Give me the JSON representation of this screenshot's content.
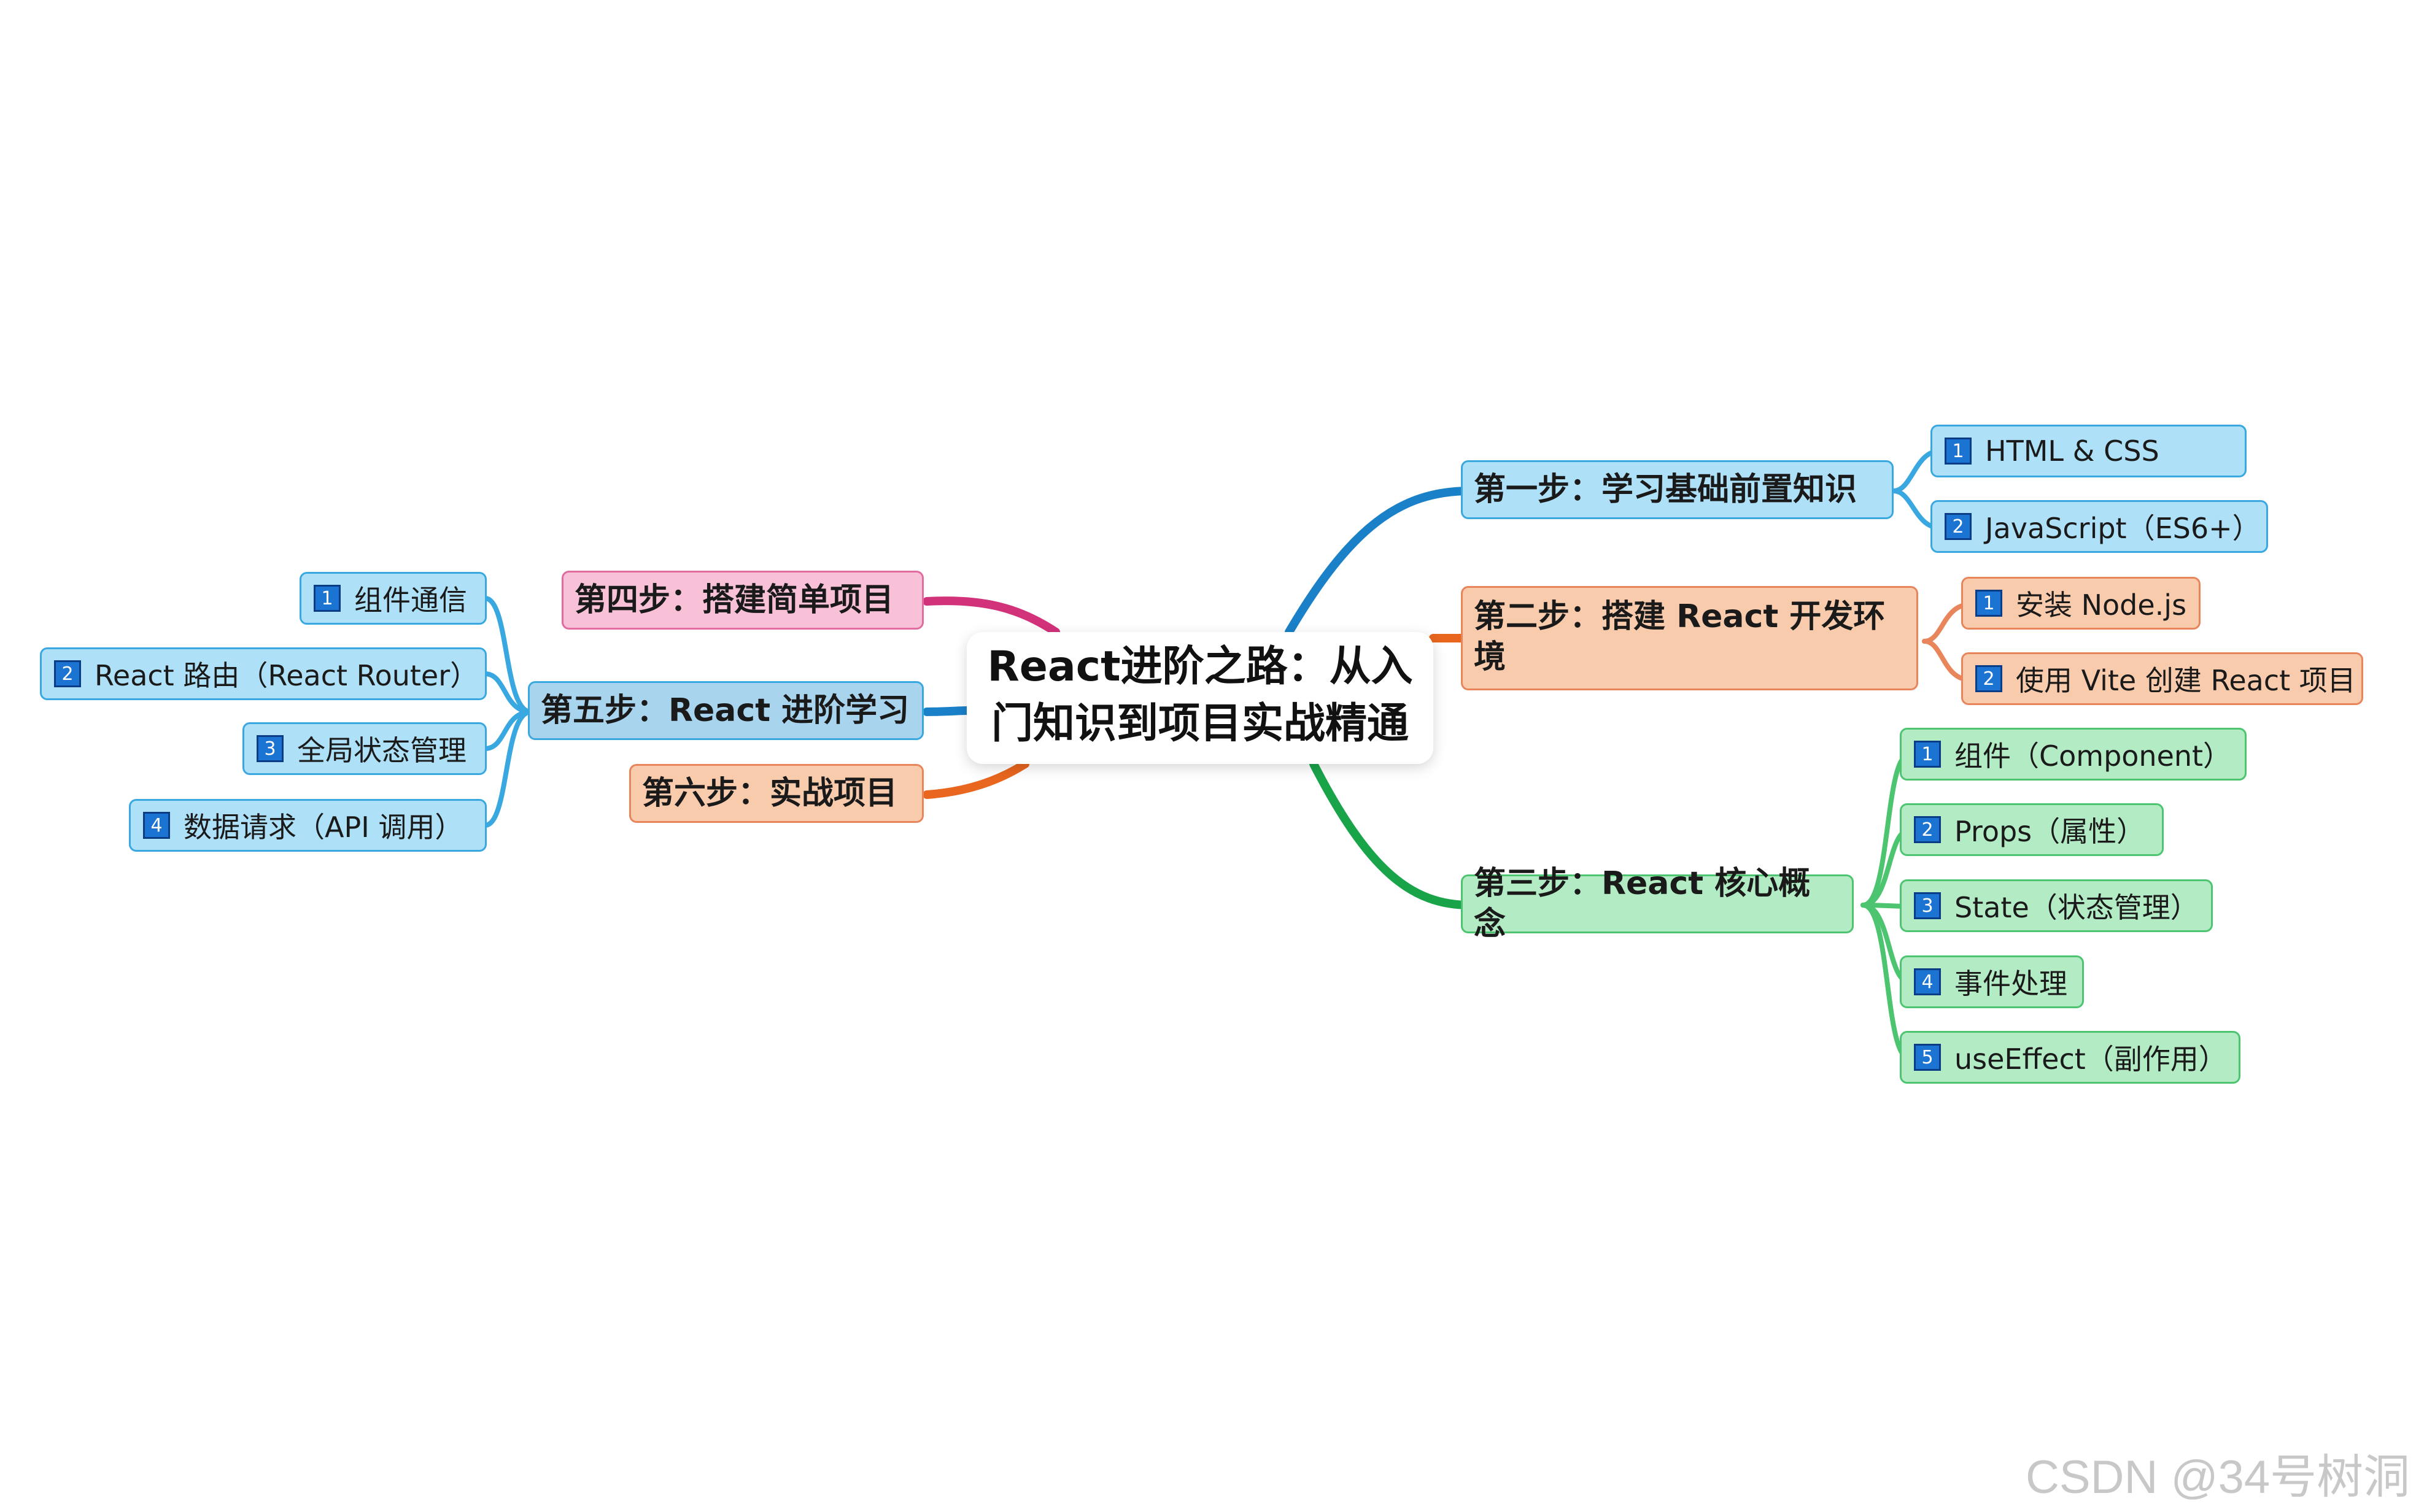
{
  "root": {
    "title": "React进阶之路：从入门知识到项目实战精通"
  },
  "colors": {
    "blue_line": "#1a81c8",
    "blue_fill": "#aee0f7",
    "blue_border": "#3aa8e0",
    "orange_line": "#e8661e",
    "orange_fill": "#f8cbad",
    "orange_border": "#e8855a",
    "green_line": "#1aa44a",
    "green_fill": "#b3ebc4",
    "green_border": "#4cc470",
    "pink_line": "#d2327a",
    "pink_fill": "#f8c1d8",
    "pink_border": "#e26ba0",
    "step5_fill": "#a9d4ee",
    "number_badge": "#1b74d1"
  },
  "steps": [
    {
      "id": "step1",
      "label": "第一步：学习基础前置知识",
      "children": [
        {
          "num": "1",
          "label": "HTML & CSS"
        },
        {
          "num": "2",
          "label": "JavaScript（ES6+）"
        }
      ]
    },
    {
      "id": "step2",
      "label": "第二步：搭建 React 开发环境",
      "children": [
        {
          "num": "1",
          "label": "安装 Node.js"
        },
        {
          "num": "2",
          "label": "使用 Vite 创建 React 项目"
        }
      ]
    },
    {
      "id": "step3",
      "label": "第三步：React 核心概念",
      "children": [
        {
          "num": "1",
          "label": "组件（Component）"
        },
        {
          "num": "2",
          "label": "Props（属性）"
        },
        {
          "num": "3",
          "label": "State（状态管理）"
        },
        {
          "num": "4",
          "label": "事件处理"
        },
        {
          "num": "5",
          "label": "useEffect（副作用）"
        }
      ]
    },
    {
      "id": "step4",
      "label": "第四步：搭建简单项目",
      "children": []
    },
    {
      "id": "step5",
      "label": "第五步：React 进阶学习",
      "children": [
        {
          "num": "1",
          "label": "组件通信"
        },
        {
          "num": "2",
          "label": "React 路由（React Router）"
        },
        {
          "num": "3",
          "label": "全局状态管理"
        },
        {
          "num": "4",
          "label": "数据请求（API 调用）"
        }
      ]
    },
    {
      "id": "step6",
      "label": "第六步：实战项目",
      "children": []
    }
  ],
  "watermark": "CSDN @34号树洞"
}
